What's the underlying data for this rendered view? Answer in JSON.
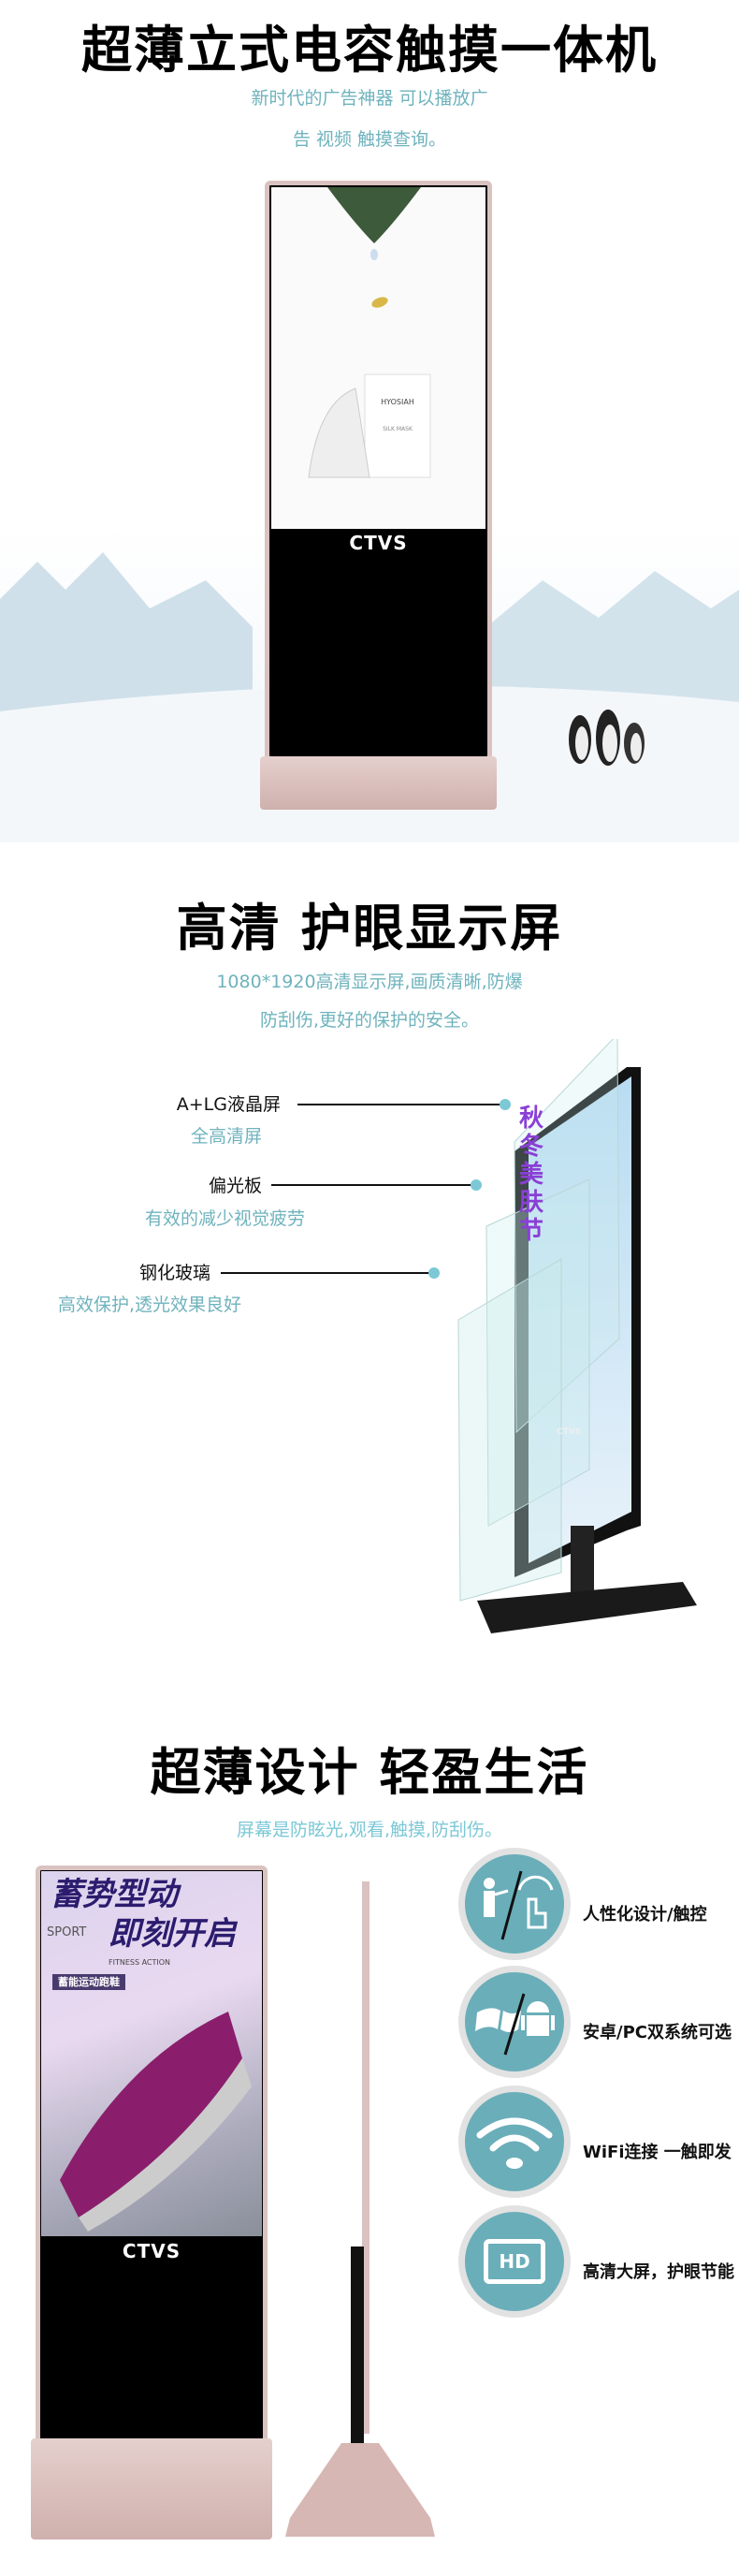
{
  "section1": {
    "title": "超薄立式电容触摸一体机",
    "subtitle_lines": [
      "新时代的广告神器 可以播放广",
      "告 视频 触摸查询。"
    ],
    "screen_ad": {
      "brand": "HYOSIAH",
      "product": "SILK MASK"
    },
    "device_logo": "CTVS"
  },
  "section2": {
    "title": "高清 护眼显示屏",
    "subtitle_lines": [
      "1080*1920高清显示屏,画质清晰,防爆",
      "防刮伤,更好的保护的安全。"
    ],
    "layers": [
      {
        "name": "A+LG液晶屏",
        "desc": "全高清屏"
      },
      {
        "name": "偏光板",
        "desc": "有效的减少视觉疲劳"
      },
      {
        "name": "钢化玻璃",
        "desc": "高效保护,透光效果良好"
      }
    ],
    "screen_ad": {
      "headline": "秋冬美肤节"
    },
    "device_logo": "CTVS"
  },
  "section3": {
    "title": "超薄设计 轻盈生活",
    "subtitle": "屏幕是防眩光,观看,触摸,防刮伤。",
    "screen_ad": {
      "line1": "蓄势型动",
      "line2": "即刻开启",
      "sport": "SPORT",
      "fitness": "FITNESS ACTION",
      "tag": "蓄能运动跑鞋"
    },
    "device_logo": "CTVS",
    "features": [
      {
        "icon": "person-touch-icon",
        "label": "人性化设计/触控"
      },
      {
        "icon": "windows-android-icon",
        "label": "安卓/PC双系统可选"
      },
      {
        "icon": "wifi-icon",
        "label": "WiFi连接 一触即发"
      },
      {
        "icon": "hd-icon",
        "label": "高清大屏，护眼节能",
        "badge": "HD"
      }
    ]
  },
  "colors": {
    "accent": "#6fb3bd",
    "icon_bg": "#6aaeb9",
    "frame": "#d9c2c0"
  }
}
